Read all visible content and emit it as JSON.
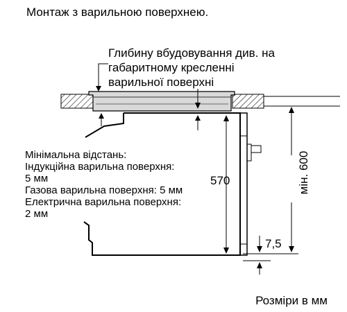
{
  "title": "Монтаж з варильною поверхнею.",
  "note_lines": [
    "Глибину вбудовування див. на",
    "габаритному кресленні",
    "варильної поверхні"
  ],
  "clearance_lines": [
    "Мінімальна відстань:",
    "Індукційна варильна поверхня:",
    "5 мм",
    "Газова варильна поверхня: 5 мм",
    "Електрична варильна поверхня:",
    "2 мм"
  ],
  "dimensions": {
    "height_570": "570",
    "min_600": "мін. 600",
    "gap_7_5": "7,5"
  },
  "units_note": "Розміри в мм"
}
